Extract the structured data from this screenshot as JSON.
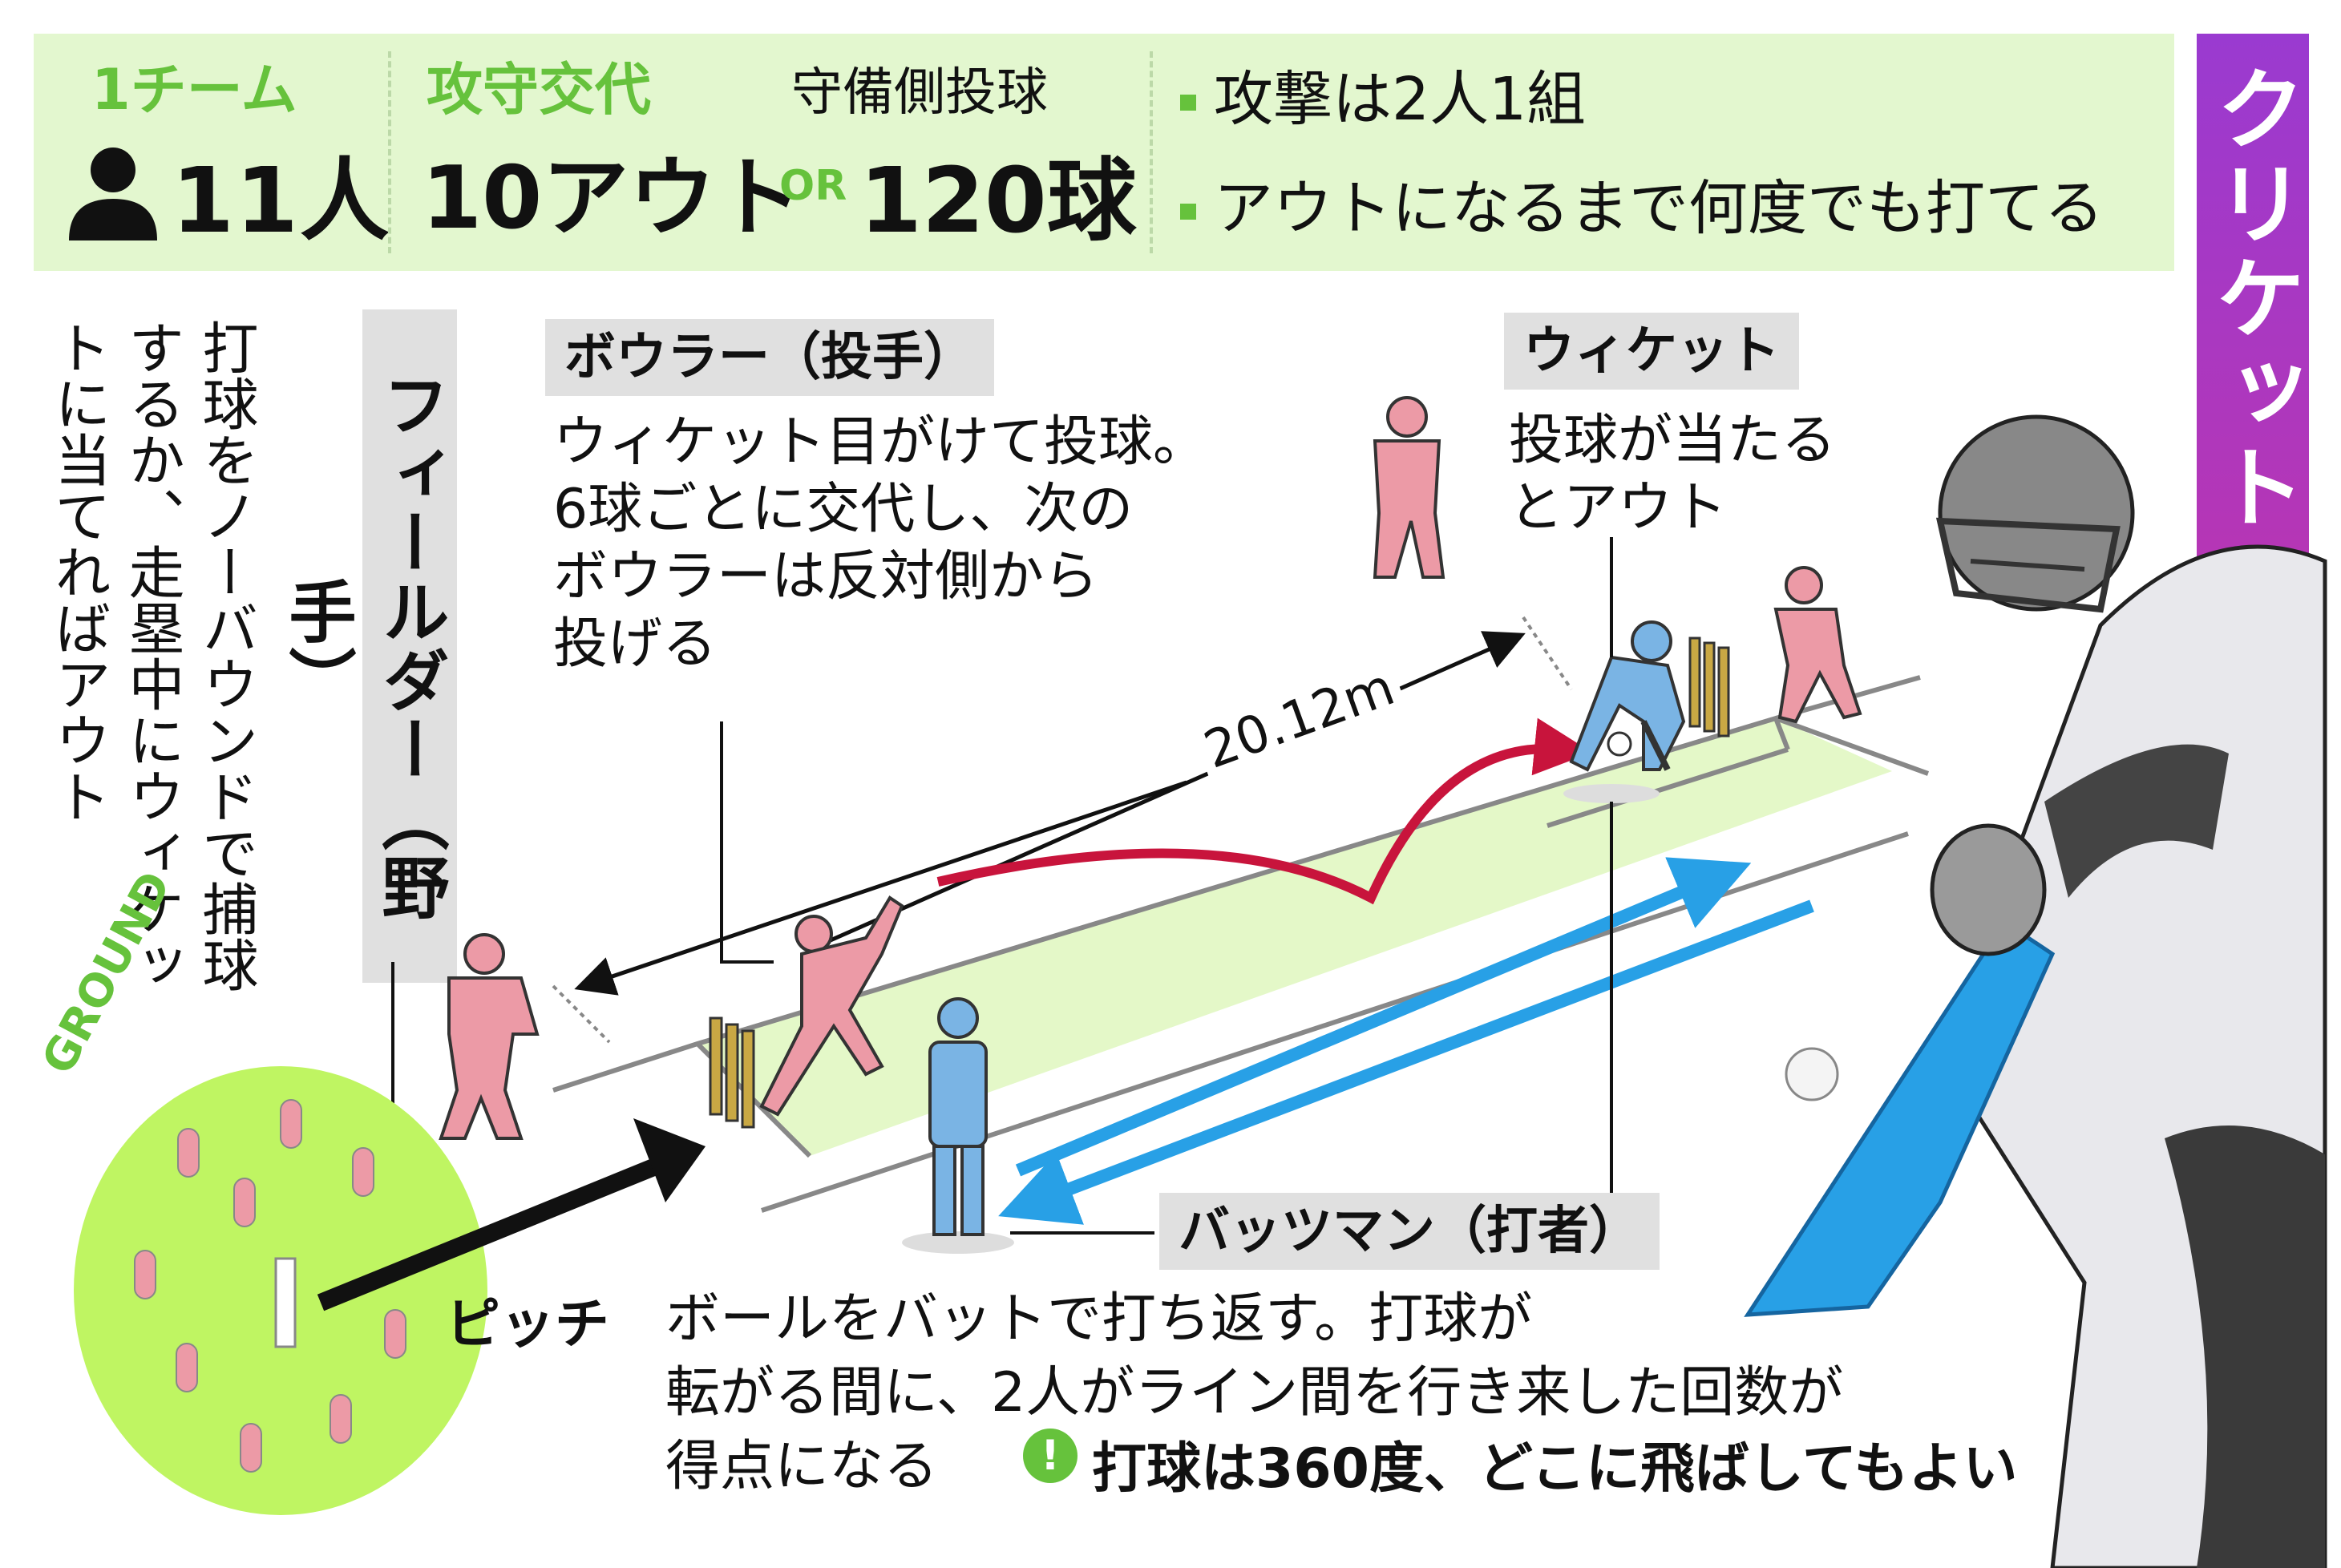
{
  "title": "クリケット",
  "header": {
    "team_label": "1チーム",
    "team_count": "11人",
    "change_label": "攻守交代",
    "outs": "10アウト",
    "or": "OR",
    "balls": "120球",
    "defense": "守備側投球",
    "rules": [
      "攻撃は2人1組",
      "アウトになるまで何度でも打てる"
    ]
  },
  "fielder": {
    "label": "フィールダー（野手）",
    "description": "打球をノーバウンドで捕球するか、走塁中にウィケットに当てればアウト"
  },
  "bowler": {
    "label": "ボウラー（投手）",
    "description": [
      "ウィケット目がけて投球。",
      "6球ごとに交代し、次の",
      "ボウラーは反対側から",
      "投げる"
    ]
  },
  "wicket": {
    "label": "ウィケット",
    "description": [
      "投球が当たる",
      "とアウト"
    ]
  },
  "batsman": {
    "label": "バッツマン（打者）",
    "description": [
      "ボールをバットで打ち返す。打球が",
      "転がる間に、2人がライン間を行き来した回数が",
      "得点になる"
    ]
  },
  "note": "打球は360度、どこに飛ばしてもよい",
  "note_icon": "!",
  "distance": "20.12m",
  "ground": "GROUND",
  "pitch": "ピッチ",
  "colors": {
    "header_bg": "#e3f7cf",
    "accent_green": "#66c23c",
    "pitch_green": "#e4f8c8",
    "ground_green": "#bff562",
    "arrow_red": "#c8143c",
    "arrow_blue": "#28a0e6",
    "fielder_pink": "#ec9aa6",
    "batsman_blue": "#7ab4e4",
    "title_gradient_top": "#9a3ad0",
    "title_gradient_bottom": "#e23b45"
  }
}
